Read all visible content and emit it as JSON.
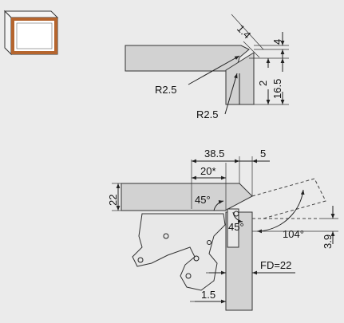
{
  "top_detail": {
    "thickness": "1.4",
    "gap": "4",
    "overlap": "2",
    "depth": "16.5",
    "radius_top": "R2.5",
    "radius_side": "R2.5"
  },
  "bottom_detail": {
    "width": "38.5",
    "offset": "5",
    "bore": "20*",
    "thickness": "22",
    "angle_left": "45°",
    "angle_right": "45°",
    "opening_angle": "104°",
    "rise": "3.9",
    "fd": "FD=22",
    "base": "1.5"
  },
  "colors": {
    "cabinet_frame": "#b5652e",
    "panel": "#d2d2d2"
  }
}
